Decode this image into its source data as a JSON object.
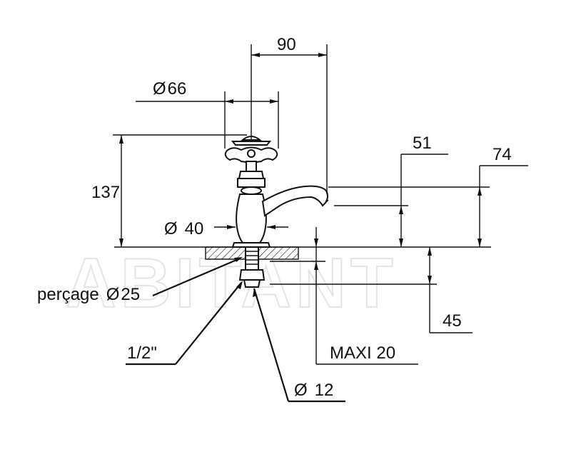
{
  "watermark": "ABITANT",
  "dimensions": {
    "spout_reach": "90",
    "handle_diameter": "66",
    "total_height": "137",
    "spout_height": "51",
    "outlet_height": "74",
    "body_diameter": "40",
    "hole_diameter": "perçage",
    "hole_value": "25",
    "shank_length": "45",
    "max_thickness": "MAXI 20",
    "thread_size": "1/2\"",
    "feed_diameter": "12"
  },
  "symbols": {
    "diameter": "Ø"
  }
}
